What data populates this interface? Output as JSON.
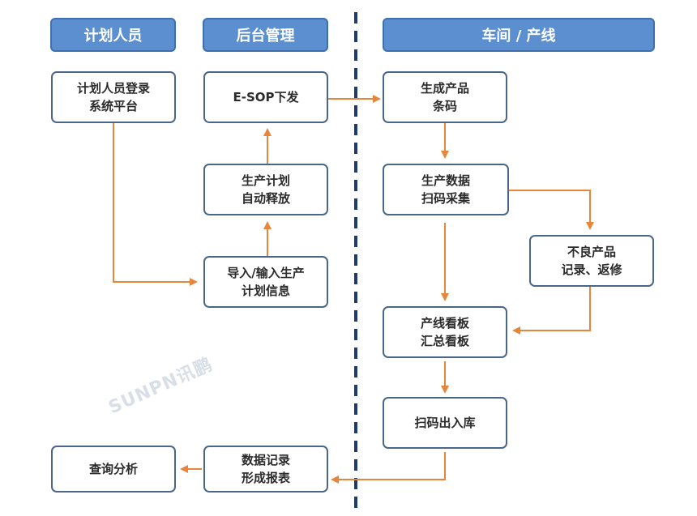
{
  "columns": {
    "planner": "计划人员",
    "backend": "后台管理",
    "workshop": "车间 / 产线"
  },
  "nodes": {
    "planner_login": [
      "计划人员登录",
      "系统平台"
    ],
    "esop_dispatch": [
      "E-SOP下发"
    ],
    "plan_release": [
      "生产计划",
      "自动释放"
    ],
    "import_plan": [
      "导入/输入生产",
      "计划信息"
    ],
    "gen_barcode": [
      "生成产品",
      "条码"
    ],
    "scan_collect": [
      "生产数据",
      "扫码采集"
    ],
    "defect_record": [
      "不良产品",
      "记录、返修"
    ],
    "line_board": [
      "产线看板",
      "汇总看板"
    ],
    "scan_out": [
      "扫码出入库"
    ],
    "data_record": [
      "数据记录",
      "形成报表"
    ],
    "query_analysis": [
      "查询分析"
    ]
  },
  "watermark": "SUNPN讯鹏",
  "colors": {
    "header_fill": "#5b8fd0",
    "node_border": "#4a6789",
    "arrow": "#e8853c",
    "divider": "#1f3a6e"
  }
}
